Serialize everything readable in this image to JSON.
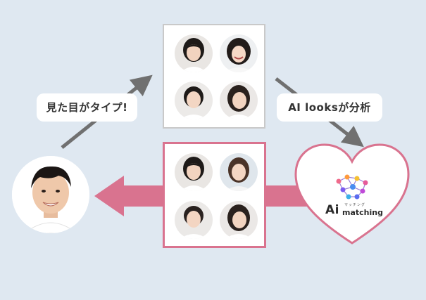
{
  "labels": {
    "left_bubble": "見た目がタイプ!",
    "right_bubble": "AI looksが分析"
  },
  "logo": {
    "mark": "Ai",
    "word": "matching",
    "kana": "マッチング",
    "icon": "network-brain-icon"
  },
  "colors": {
    "background": "#dfe8f1",
    "pink_accent": "#d9738f",
    "arrow_gray": "#707070",
    "panel_border_gray": "#c9c9c9"
  },
  "icons": {
    "man_avatar": "man-face-icon",
    "woman_avatar": "woman-face-icon"
  }
}
